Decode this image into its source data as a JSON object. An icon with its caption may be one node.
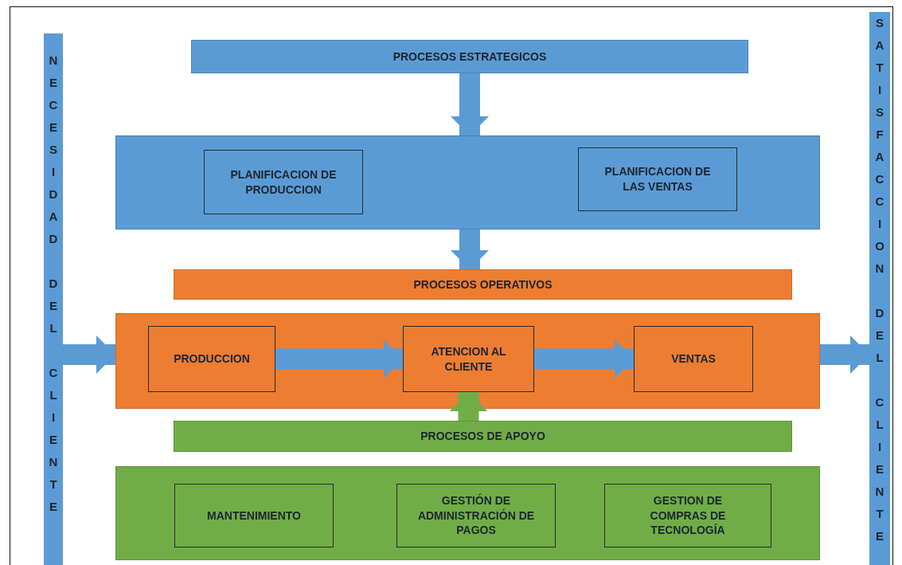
{
  "diagram": {
    "nodes": [
      {
        "text": [
          "NECESIDAD DEL CLIENTE"
        ]
      },
      {
        "text": [
          "SATISFACCION DEL CLIENTE"
        ]
      },
      {
        "text": [
          "PROCESOS ESTRATEGICOS"
        ]
      },
      {
        "text": [],
        "shape": "box"
      },
      {
        "text": [
          "PLANIFICACION DE PRODUCCION"
        ],
        "in": 3
      },
      {
        "text": [
          "PLANIFICACION DE LAS VENTAS"
        ],
        "in": 3
      },
      {
        "text": [
          "PROCESOS OPERATIVOS"
        ]
      },
      {
        "text": [],
        "shape": "box"
      },
      {
        "text": [
          "PRODUCCION"
        ],
        "in": 7
      },
      {
        "text": [
          "ATENCION AL CLIENTE"
        ],
        "in": 7
      },
      {
        "text": [
          "VENTAS"
        ],
        "in": 7
      },
      {
        "text": [
          "PROCESOS DE APOYO"
        ]
      },
      {
        "text": [],
        "shape": "box"
      },
      {
        "text": [
          "MANTENIMIENTO"
        ],
        "in": 12
      },
      {
        "text": [
          "GESTIÓN DE ADMINISTRACIÓN DE PAGOS"
        ],
        "in": 12
      },
      {
        "text": [
          "GESTION DE COMPRAS DE TECNOLOGÍA"
        ],
        "in": 12
      }
    ],
    "edges": [
      {
        "from": 2,
        "to": 3,
        "arrow": "to"
      },
      {
        "from": 3,
        "to": 6,
        "arrow": "to"
      },
      {
        "from": 0,
        "to": 7,
        "arrow": "to"
      },
      {
        "from": 8,
        "to": 9,
        "arrow": "to"
      },
      {
        "from": 9,
        "to": 10,
        "arrow": "to"
      },
      {
        "from": 7,
        "to": 1,
        "arrow": "to"
      },
      {
        "from": 11,
        "to": 9,
        "arrow": "to",
        "color": "#70ad47"
      }
    ]
  }
}
